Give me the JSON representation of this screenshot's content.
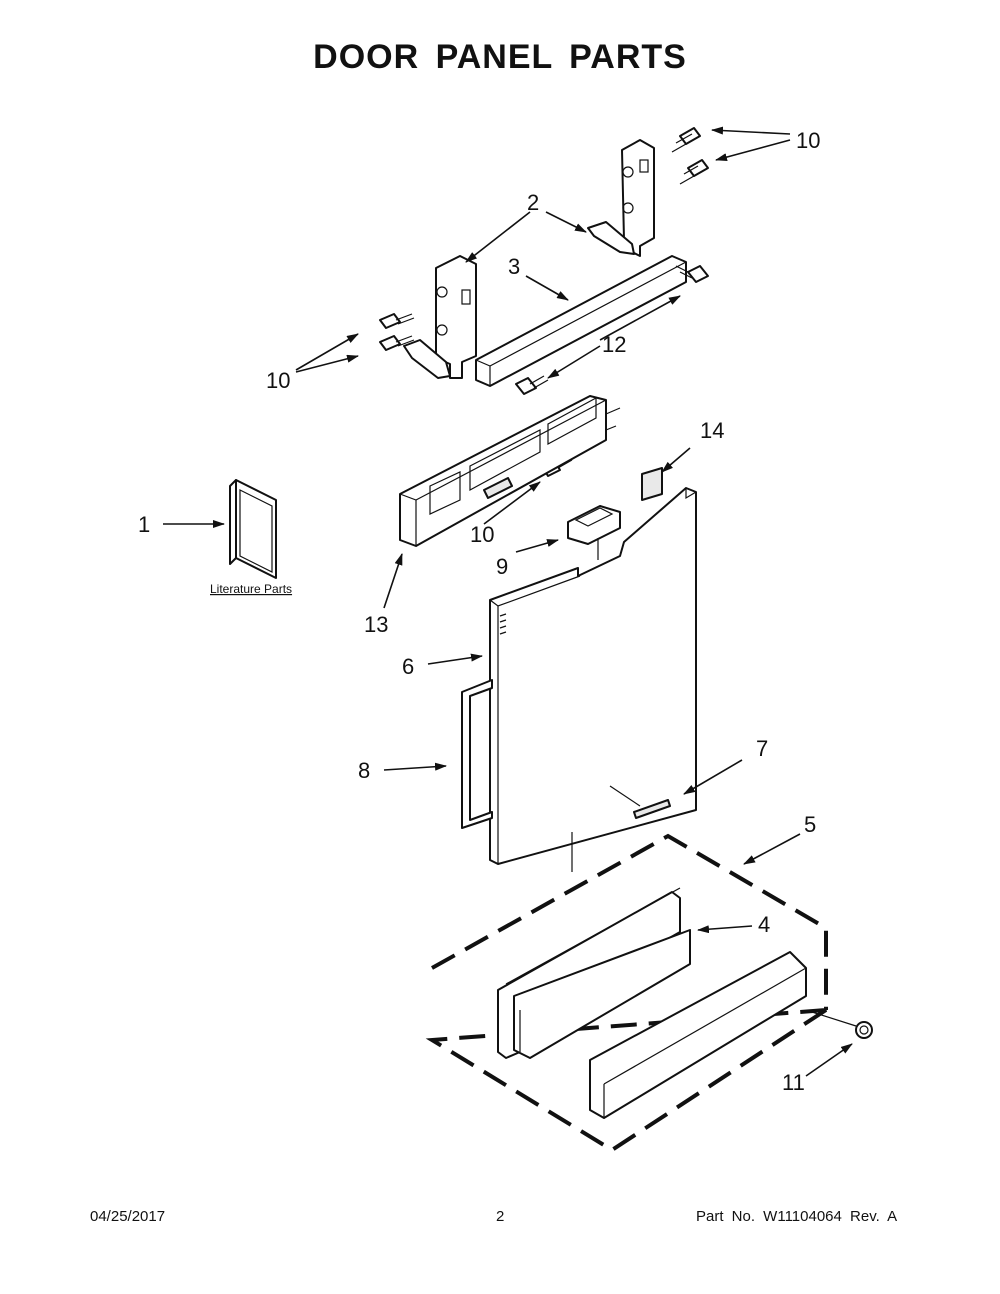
{
  "title": "DOOR PANEL PARTS",
  "callouts": [
    {
      "id": "1",
      "label": "1"
    },
    {
      "id": "2",
      "label": "2"
    },
    {
      "id": "3",
      "label": "3"
    },
    {
      "id": "4",
      "label": "4"
    },
    {
      "id": "5",
      "label": "5"
    },
    {
      "id": "6",
      "label": "6"
    },
    {
      "id": "7",
      "label": "7"
    },
    {
      "id": "8",
      "label": "8"
    },
    {
      "id": "9",
      "label": "9"
    },
    {
      "id": "10a",
      "label": "10"
    },
    {
      "id": "10b",
      "label": "10"
    },
    {
      "id": "10c",
      "label": "10"
    },
    {
      "id": "11",
      "label": "11"
    },
    {
      "id": "12",
      "label": "12"
    },
    {
      "id": "13",
      "label": "13"
    },
    {
      "id": "14",
      "label": "14"
    }
  ],
  "literature_label": "Literature Parts",
  "footer": {
    "date": "04/25/2017",
    "page": "2",
    "part_no": "Part No.  W11104064  Rev.  A"
  }
}
